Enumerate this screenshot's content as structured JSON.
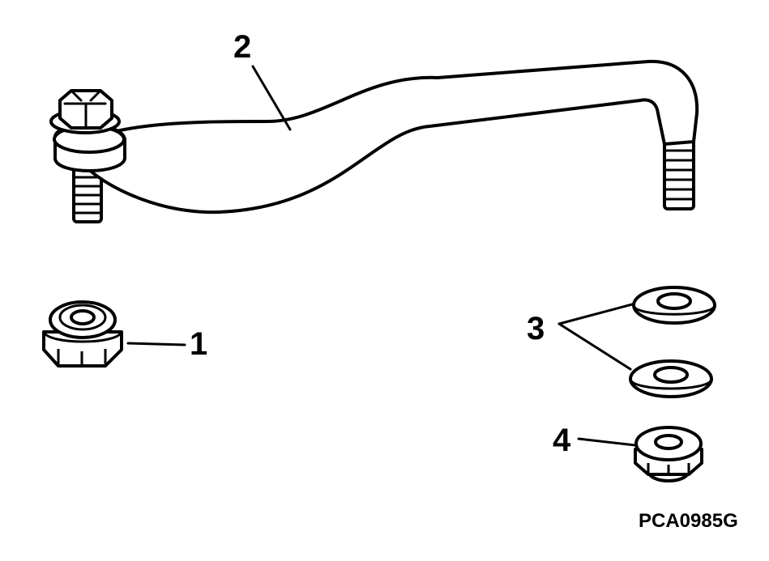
{
  "callouts": {
    "part1": "1",
    "part2": "2",
    "part3": "3",
    "part4": "4"
  },
  "figure_id": "PCA0985G"
}
